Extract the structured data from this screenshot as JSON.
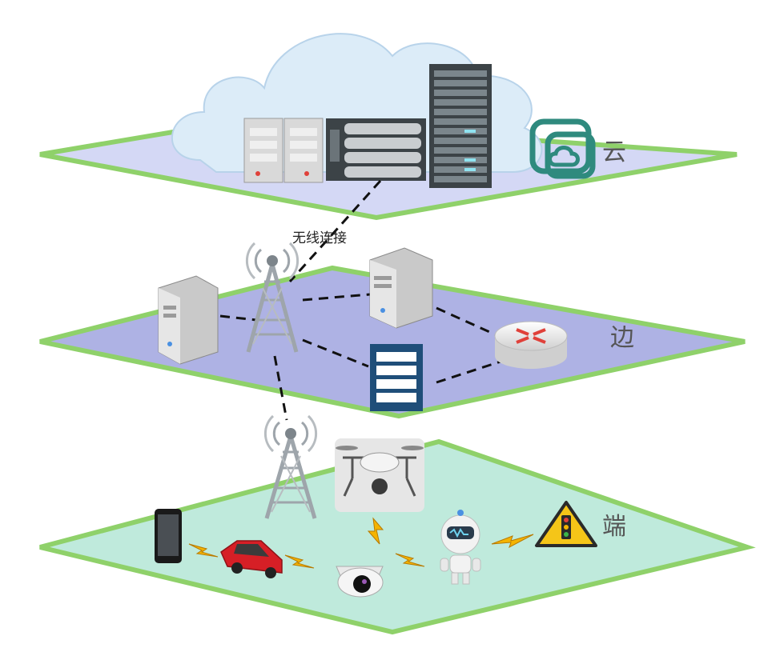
{
  "layers": {
    "cloud": {
      "label": "云",
      "fill": "#d4d8f5",
      "edge": "#8fd16a"
    },
    "edge": {
      "label": "边",
      "fill": "#aeb2e4",
      "edge": "#8fd16a"
    },
    "end": {
      "label": "端",
      "fill": "#bfeadc",
      "edge": "#8fd16a"
    }
  },
  "connection_label": "无线连接",
  "colors": {
    "cloud_bg": "#dcecf8",
    "server_gray": "#d9d9d9",
    "rack_dark": "#3c4347",
    "blue_server": "#1f4e79",
    "router": "#e8e8e8",
    "router_arrow": "#e0413a",
    "tower": "#9ea5ab",
    "car": "#d61f26",
    "bolt": "#f4b400",
    "warning": "#f5c518",
    "cloud_icon": "#2f8a7e"
  },
  "icons": [
    "cloud-shape",
    "tower-server-icon",
    "blade-server-icon",
    "rack-server-icon",
    "cloud-service-icon",
    "cell-tower-icon",
    "router-icon",
    "drone-icon",
    "smartphone-icon",
    "car-icon",
    "camera-icon",
    "robot-icon",
    "traffic-light-icon",
    "lightning-bolt-icon"
  ]
}
